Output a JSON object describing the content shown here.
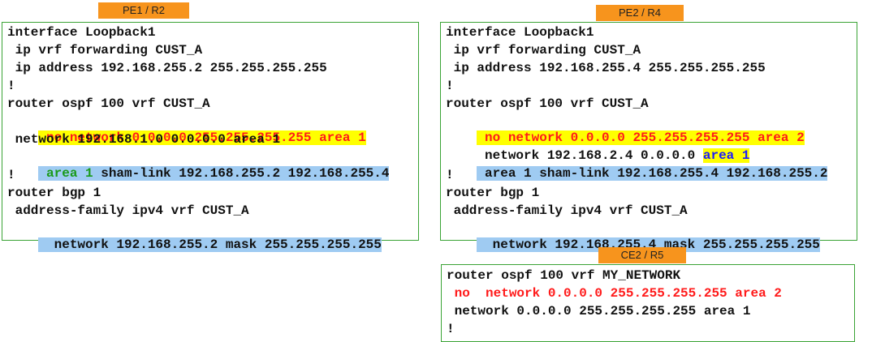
{
  "pe1": {
    "tag": "PE1 / R2",
    "l1": "interface Loopback1",
    "l2": " ip vrf forwarding CUST_A",
    "l3": " ip address 192.168.255.2 255.255.255.255",
    "l4": "!",
    "l5": "router ospf 100 vrf CUST_A",
    "l6": " no network 0.0.0.0 255.255.255.255 area 1",
    "l7": " network 192.168.1.0 0.0.0.0 area 1",
    "l8a": " area 1",
    "l8b": " sham-link 192.168.255.2 192.168.255.4",
    "l9": "!",
    "l10": "router bgp 1",
    "l11": " address-family ipv4 vrf CUST_A",
    "l12": "  network 192.168.255.2 mask 255.255.255.255"
  },
  "pe2": {
    "tag": "PE2 / R4",
    "l1": "interface Loopback1",
    "l2": " ip vrf forwarding CUST_A",
    "l3": " ip address 192.168.255.4 255.255.255.255",
    "l4": "!",
    "l5": "router ospf 100 vrf CUST_A",
    "l6": " no network 0.0.0.0 255.255.255.255 area 2",
    "l7a": " network 192.168.2.4 0.0.0.0 ",
    "l7b": "area 1",
    "l8": " area 1 sham-link 192.168.255.4 192.168.255.2",
    "l9": "!",
    "l10": "router bgp 1",
    "l11": " address-family ipv4 vrf CUST_A",
    "l12": "  network 192.168.255.4 mask 255.255.255.255"
  },
  "ce2": {
    "tag": "CE2 / R5",
    "l1": "router ospf 100 vrf MY_NETWORK",
    "l2": " no  network 0.0.0.0 255.255.255.255 area 2",
    "l3": " network 0.0.0.0 255.255.255.255 area 1",
    "l4": "!"
  },
  "colors": {
    "border": "#3aa335",
    "tag": "#f7941d",
    "yellow": "#ffff00",
    "blue_hl": "#9fcbf2",
    "red": "#ff1a1a"
  }
}
